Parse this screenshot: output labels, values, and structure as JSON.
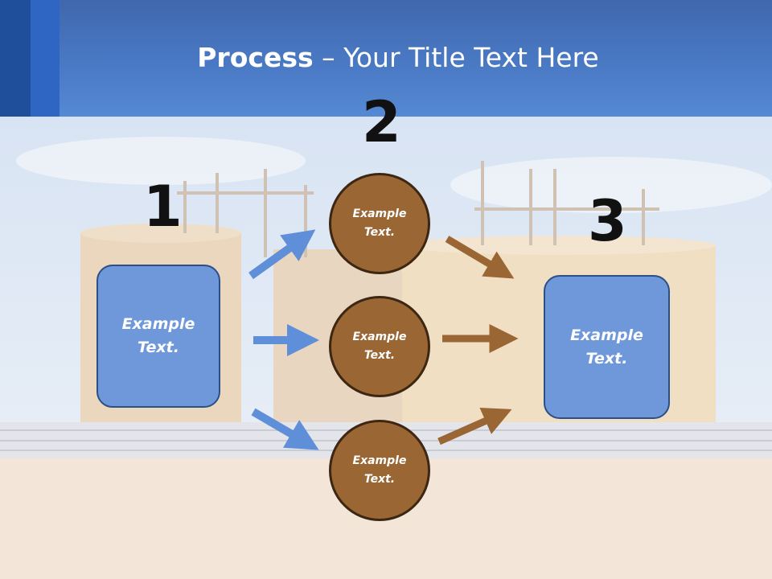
{
  "title": {
    "bold": "Process",
    "rest": " – Your Title Text Here"
  },
  "steps": [
    {
      "number": "1",
      "box_text": "Example\nText."
    },
    {
      "number": "2",
      "circles": [
        "Example\nText.",
        "Example\nText.",
        "Example\nText."
      ]
    },
    {
      "number": "3",
      "box_text": "Example\nText."
    }
  ],
  "colors": {
    "header": "#4a79c4",
    "box_fill": "#6f98da",
    "circle_fill": "#9a6634",
    "blue_arrow": "#5f8fd8",
    "brown_arrow": "#9a6634"
  }
}
